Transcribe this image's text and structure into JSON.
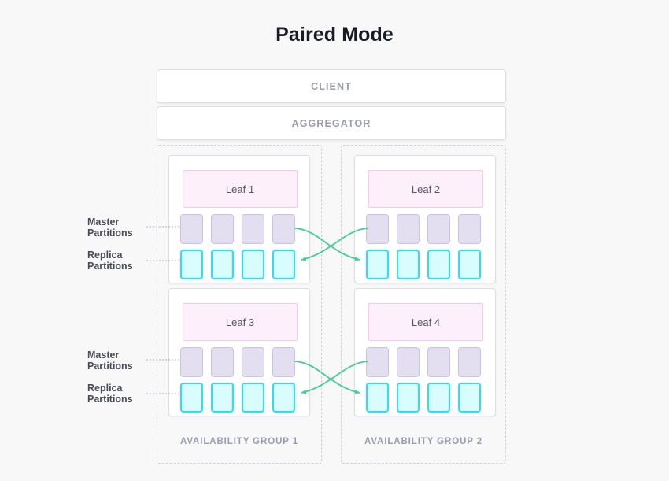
{
  "page": {
    "title": "Paired Mode",
    "background_color": "#f8f8f9",
    "title_color": "#1b1b26"
  },
  "topology": {
    "client_label": "CLIENT",
    "aggregator_label": "AGGREGATOR"
  },
  "annotations": {
    "master_label_line1": "Master",
    "master_label_line2": "Partitions",
    "replica_label_line1": "Replica",
    "replica_label_line2": "Partitions"
  },
  "groups": [
    {
      "id": "availability-group-1",
      "label": "AVAILABILITY GROUP 1",
      "leaves": [
        {
          "name": "Leaf 1",
          "master_partitions": [
            "m1",
            "m2",
            "m3",
            "m4"
          ],
          "replica_partitions": [
            "r1",
            "r2",
            "r3",
            "r4"
          ]
        },
        {
          "name": "Leaf 3",
          "master_partitions": [
            "m1",
            "m2",
            "m3",
            "m4"
          ],
          "replica_partitions": [
            "r1",
            "r2",
            "r3",
            "r4"
          ]
        }
      ]
    },
    {
      "id": "availability-group-2",
      "label": "AVAILABILITY GROUP 2",
      "leaves": [
        {
          "name": "Leaf 2",
          "master_partitions": [
            "m1",
            "m2",
            "m3",
            "m4"
          ],
          "replica_partitions": [
            "r1",
            "r2",
            "r3",
            "r4"
          ]
        },
        {
          "name": "Leaf 4",
          "master_partitions": [
            "m1",
            "m2",
            "m3",
            "m4"
          ],
          "replica_partitions": [
            "r1",
            "r2",
            "r3",
            "r4"
          ]
        }
      ]
    }
  ],
  "colors": {
    "leaf_fill": "#fdf0fb",
    "leaf_border": "#f8c8ee",
    "master_fill": "#e3dff0",
    "master_border": "#c9c1e6",
    "replica_fill": "#d9fdff",
    "replica_border": "#25e3f6",
    "replication_arrow": "#3fce95",
    "group_border": "#cfcfd6",
    "card_border": "#dedee2",
    "muted_text": "#9b9bae",
    "leader_line": "#aeaebb"
  },
  "replication_links": [
    {
      "from": "group1-leaf1-master",
      "to": "group2-leaf2-replica",
      "direction": "right"
    },
    {
      "from": "group2-leaf2-master",
      "to": "group1-leaf1-replica",
      "direction": "left"
    },
    {
      "from": "group1-leaf3-master",
      "to": "group2-leaf4-replica",
      "direction": "right"
    },
    {
      "from": "group2-leaf4-master",
      "to": "group1-leaf3-replica",
      "direction": "left"
    }
  ]
}
